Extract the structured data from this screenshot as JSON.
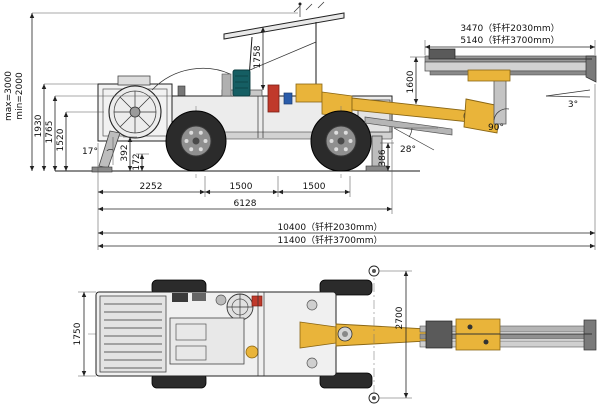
{
  "drawing": {
    "type": "engineering-dimension-drawing",
    "views": [
      "side-view",
      "top-view"
    ]
  },
  "side": {
    "feed_len_short": "3470（钎杆2030mm）",
    "feed_len_long": "5140（钎杆3700mm）",
    "feed_height": "1600",
    "canopy_height": "1758",
    "max_height": "max=3000",
    "min_height": "min=2000",
    "h1930": "1930",
    "h1765": "1765",
    "h1520": "1520",
    "angle_jack": "17°",
    "v392": "392",
    "v172": "172",
    "l2252": "2252",
    "l1500a": "1500",
    "l1500b": "1500",
    "v386": "386",
    "l6128": "6128",
    "total_len_short": "10400（钎杆2030mm）",
    "total_len_long": "11400（钎杆3700mm）",
    "angle_boom": "28°",
    "angle_feed": "90°",
    "angle_tilt": "3°"
  },
  "top": {
    "width": "1750",
    "swing": "2700"
  },
  "colors": {
    "accent_yellow": "#e9b43a",
    "machine_gray": "#ececec",
    "tire_black": "#2b2b2b",
    "motor_teal": "#155e63",
    "part_red": "#c0392b",
    "part_blue": "#2a5caa",
    "line": "#1a1a1a"
  }
}
